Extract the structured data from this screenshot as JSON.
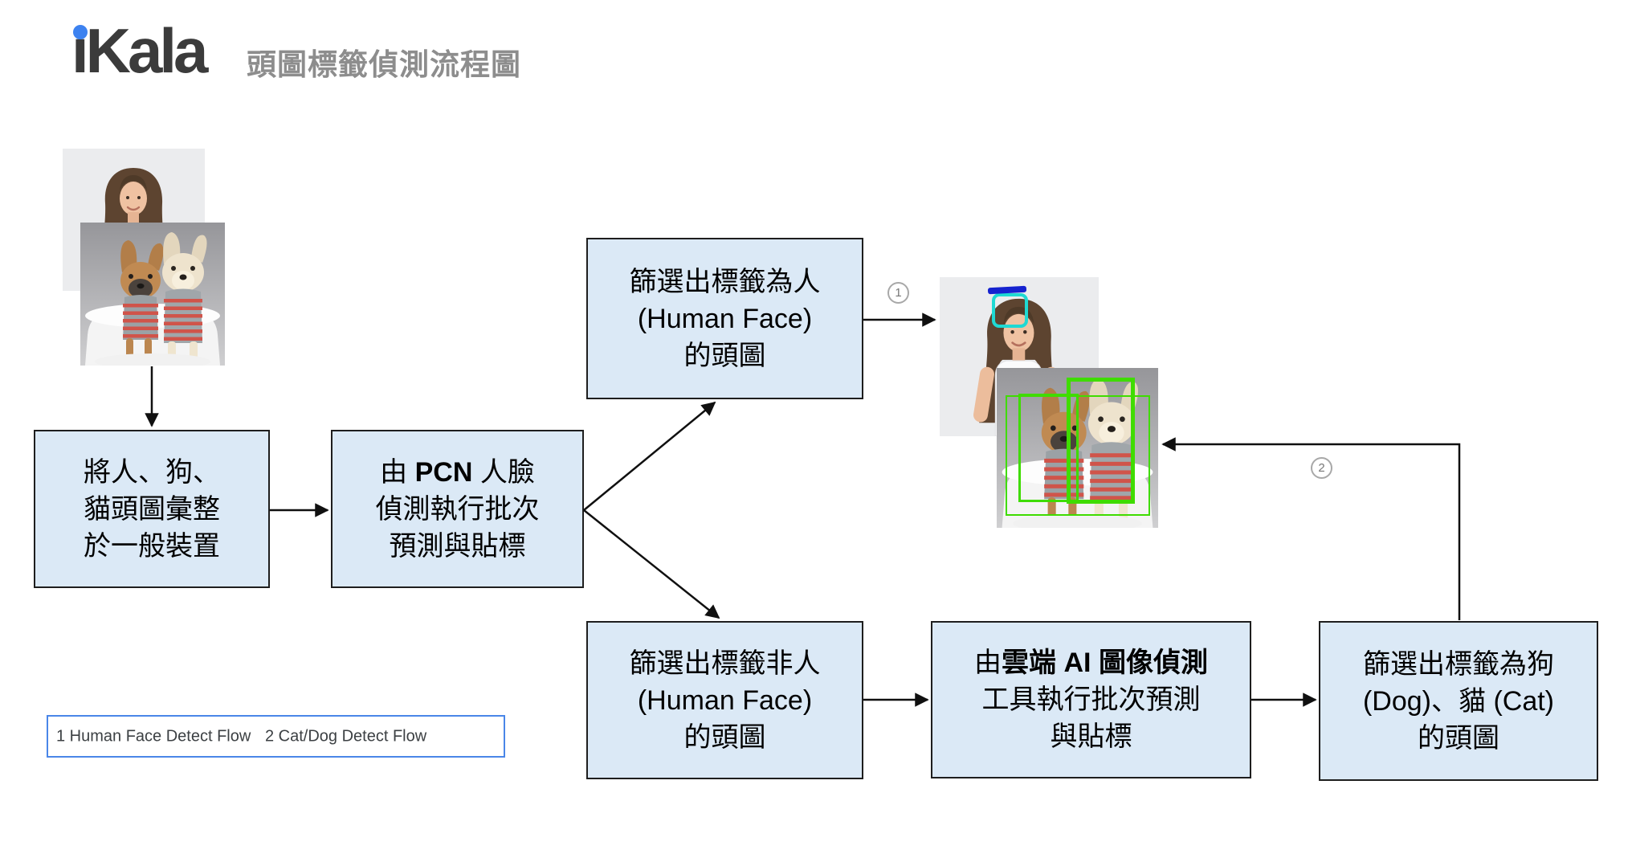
{
  "header": {
    "logo": "iKala",
    "title": "頭圖標籤偵測流程圖"
  },
  "boxes": {
    "collect": {
      "line1": "將人、狗、",
      "line2": "貓頭圖彙整",
      "line3": "於一般裝置"
    },
    "pcn": {
      "line1_pre": "由 ",
      "line1_bold": "PCN",
      "line1_post": " 人臉",
      "line2": "偵測執行批次",
      "line3": "預測與貼標"
    },
    "human": {
      "line1": "篩選出標籤為人",
      "line2": "(Human Face)",
      "line3": "的頭圖"
    },
    "nonhuman": {
      "line1": "篩選出標籤非人",
      "line2": "(Human Face)",
      "line3": "的頭圖"
    },
    "cloud": {
      "line1_pre": "由",
      "line1_bold": "雲端 AI 圖像偵測",
      "line1_post": "",
      "line2": "工具執行批次預測",
      "line3": "與貼標"
    },
    "dogcat": {
      "line1": "篩選出標籤為狗",
      "line2": "(Dog)、貓 (Cat)",
      "line3": "的頭圖"
    }
  },
  "markers": {
    "flow1": "1",
    "flow2": "2"
  },
  "legend": {
    "item1": "1 Human Face Detect Flow",
    "item2": "2 Cat/Dog Detect Flow"
  },
  "images": {
    "source_woman": "photo-woman",
    "source_dogs": "photo-dogs",
    "detected_woman": "photo-woman-face-detected",
    "detected_dogs": "photo-dogs-objects-detected"
  },
  "colors": {
    "box_fill": "#dbe9f6",
    "box_border": "#1e1e1e",
    "legend_border": "#4a86e8",
    "logo_dot_blue": "#3d82f0",
    "title_gray": "#8d8d8d",
    "face_box_cyan": "#1fd9d3",
    "face_line_blue": "#1522cf",
    "object_box_green": "#3fdc00",
    "marker_circle_gray": "#a8a8a8"
  }
}
